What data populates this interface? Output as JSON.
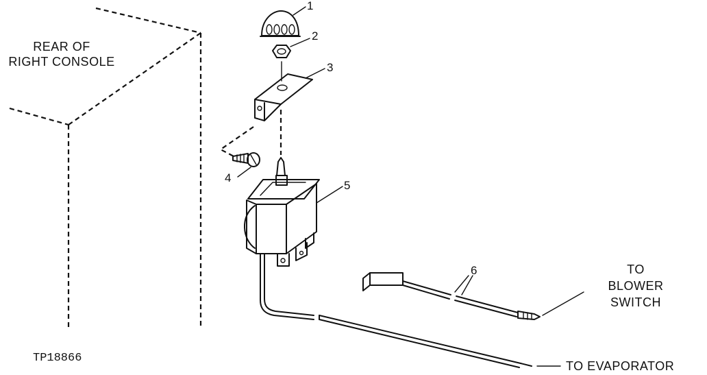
{
  "console_label": [
    "REAR OF",
    "RIGHT CONSOLE"
  ],
  "callouts": [
    "1",
    "2",
    "3",
    "4",
    "5",
    "6"
  ],
  "blower_label": [
    "TO",
    "BLOWER",
    "SWITCH"
  ],
  "evaporator_label": "TO EVAPORATOR",
  "figure_ref": "TP18866"
}
